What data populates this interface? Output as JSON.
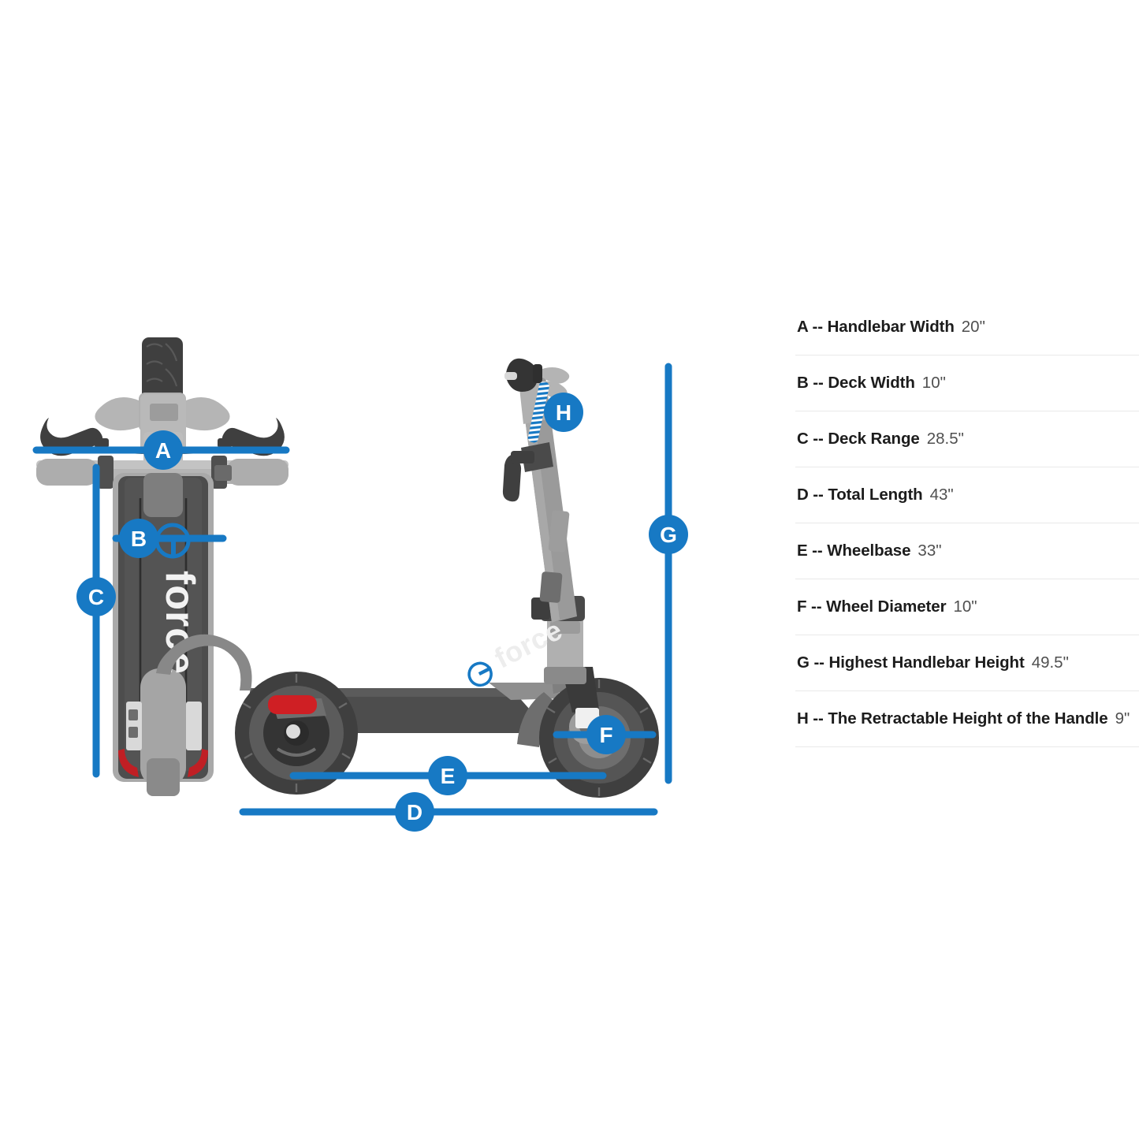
{
  "brand": {
    "logo_text": "force",
    "logo_mark": "G"
  },
  "colors": {
    "accent_blue": "#1779c4",
    "badge_blue": "#1779c4",
    "dim_line": "#1779c4",
    "deck_dark": "#4a4a4a",
    "body_gray": "#9a9a9a",
    "light_gray": "#b9b9b9",
    "tire_dark": "#3c3c3c",
    "reflector_red": "#cf1f24",
    "text_dark": "#1c1c1c",
    "text_gray": "#4f4f4f",
    "divider": "#e9e9e9"
  },
  "markers": {
    "a": "A",
    "b": "B",
    "c": "C",
    "d": "D",
    "e": "E",
    "f": "F",
    "g": "G",
    "h": "H"
  },
  "specs": [
    {
      "key": "A -- Handlebar Width",
      "value": "20\""
    },
    {
      "key": "B -- Deck Width",
      "value": "10\""
    },
    {
      "key": "C -- Deck Range",
      "value": "28.5\""
    },
    {
      "key": "D -- Total Length",
      "value": "43\""
    },
    {
      "key": "E -- Wheelbase",
      "value": "33\""
    },
    {
      "key": "F -- Wheel Diameter",
      "value": "10\""
    },
    {
      "key": "G -- Highest Handlebar Height",
      "value": "49.5\""
    },
    {
      "key": "H -- The Retractable Height of the Handle",
      "value": "9\""
    }
  ]
}
